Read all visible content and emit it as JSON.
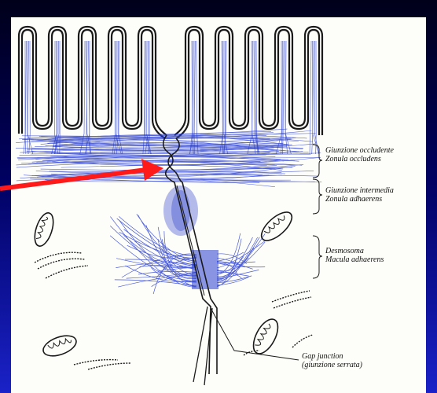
{
  "labels": {
    "occludente_it": "Giunzione occludente",
    "occludente_la": "Zonula occludens",
    "intermedia_it": "Giunzione intermedia",
    "intermedia_la": "Zonula adhaerens",
    "desmosoma_it": "Desmosoma",
    "desmosoma_la": "Macula adhaerens",
    "gap_en": "Gap junction",
    "gap_it": "(giunzione serrata)"
  },
  "colors": {
    "arrow": "#ff1a1a",
    "filament": "#2a3fcf",
    "ink": "#1a1a1a",
    "panel": "#fdfdf9"
  }
}
